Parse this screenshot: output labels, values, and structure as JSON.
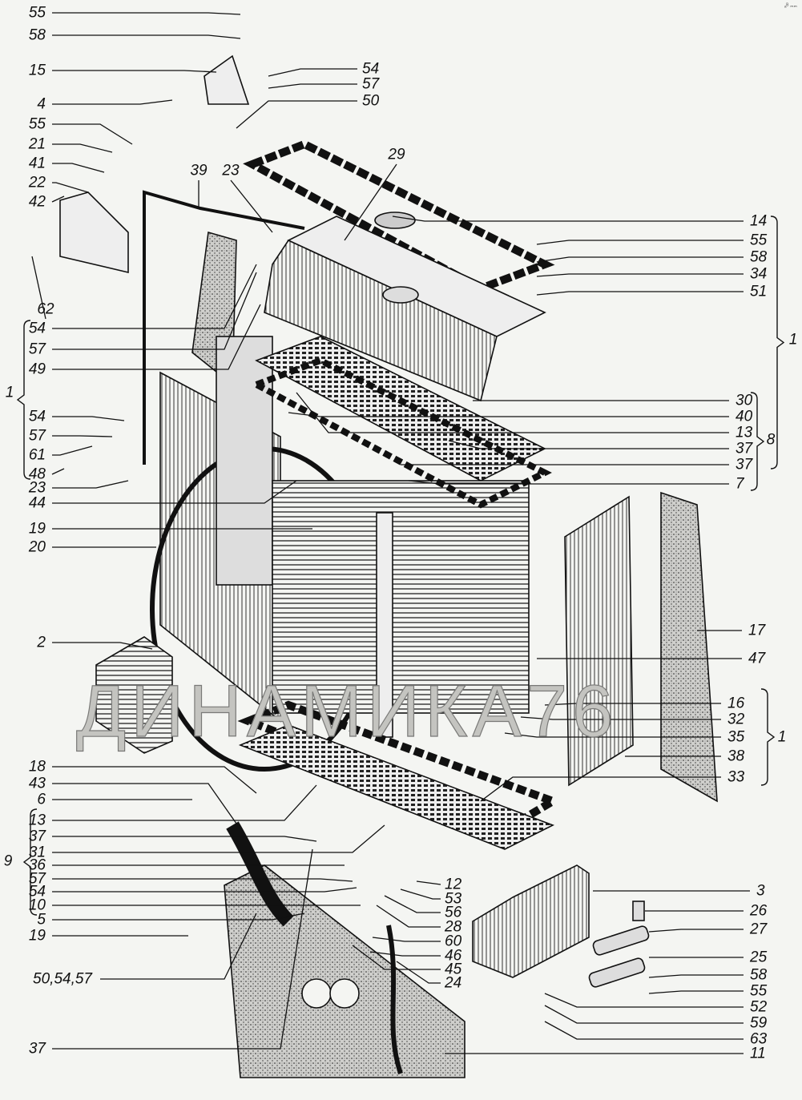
{
  "corner_mark": "ₐᴮ ₘₘ",
  "watermark": "ДИНАМИКА76",
  "labels": [
    "55",
    "58",
    "15",
    "4",
    "55",
    "21",
    "41",
    "22",
    "42",
    "62",
    "54",
    "57",
    "49",
    "54",
    "57",
    "61",
    "48",
    "23",
    "44",
    "19",
    "20",
    "2",
    "18",
    "43",
    "6",
    "13",
    "37",
    "31",
    "36",
    "57",
    "54",
    "10",
    "5",
    "19",
    "50,54,57",
    "37",
    "14",
    "55",
    "58",
    "34",
    "51",
    "30",
    "40",
    "13",
    "37",
    "37",
    "7",
    "17",
    "47",
    "16",
    "32",
    "35",
    "38",
    "33",
    "12",
    "53",
    "56",
    "28",
    "60",
    "46",
    "45",
    "24",
    "3",
    "26",
    "27",
    "25",
    "58",
    "55",
    "52",
    "59",
    "63",
    "11",
    "54",
    "57",
    "50",
    "29",
    "39",
    "23"
  ],
  "groups": {
    "left_1": "1",
    "left_9": "9",
    "right_1_top": "1",
    "right_8": "8",
    "right_1_bottom": "1"
  }
}
